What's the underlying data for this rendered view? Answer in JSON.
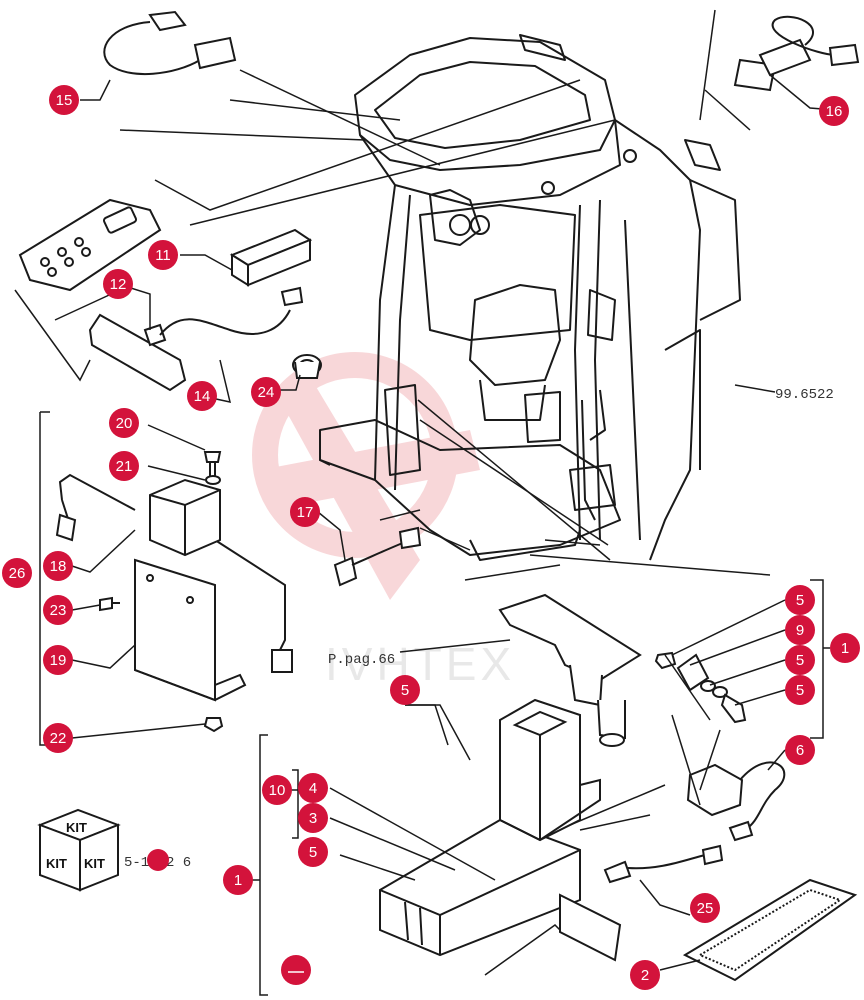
{
  "colors": {
    "callout_fill": "#d3133b",
    "callout_text": "#ffffff",
    "line": "#1a1a1a",
    "watermark": "#f3b8bb"
  },
  "watermark": {
    "text": "IVHTEX"
  },
  "references": {
    "cab_ref": "99.6522",
    "page_ref": "P.pag.66",
    "kit_ref": "5-13-2 6"
  },
  "kit_labels": [
    "KIT",
    "KIT",
    "KIT"
  ],
  "callouts": [
    {
      "id": "c-15",
      "label": "15"
    },
    {
      "id": "c-16",
      "label": "16"
    },
    {
      "id": "c-11",
      "label": "11"
    },
    {
      "id": "c-12",
      "label": "12"
    },
    {
      "id": "c-14",
      "label": "14"
    },
    {
      "id": "c-24",
      "label": "24"
    },
    {
      "id": "c-20",
      "label": "20"
    },
    {
      "id": "c-21",
      "label": "21"
    },
    {
      "id": "c-26",
      "label": "26"
    },
    {
      "id": "c-18",
      "label": "18"
    },
    {
      "id": "c-17",
      "label": "17"
    },
    {
      "id": "c-23",
      "label": "23"
    },
    {
      "id": "c-19",
      "label": "19"
    },
    {
      "id": "c-22",
      "label": "22"
    },
    {
      "id": "c-5a",
      "label": "5"
    },
    {
      "id": "c-9",
      "label": "9"
    },
    {
      "id": "c-5b",
      "label": "5"
    },
    {
      "id": "c-5c",
      "label": "5"
    },
    {
      "id": "c-1a",
      "label": "1"
    },
    {
      "id": "c-6",
      "label": "6"
    },
    {
      "id": "c-5d",
      "label": "5"
    },
    {
      "id": "c-10",
      "label": "10"
    },
    {
      "id": "c-4",
      "label": "4"
    },
    {
      "id": "c-3",
      "label": "3"
    },
    {
      "id": "c-5e",
      "label": "5"
    },
    {
      "id": "c-1b",
      "label": "1"
    },
    {
      "id": "c-25",
      "label": "25"
    },
    {
      "id": "c-2",
      "label": "2"
    },
    {
      "id": "c-blank",
      "label": ""
    }
  ]
}
